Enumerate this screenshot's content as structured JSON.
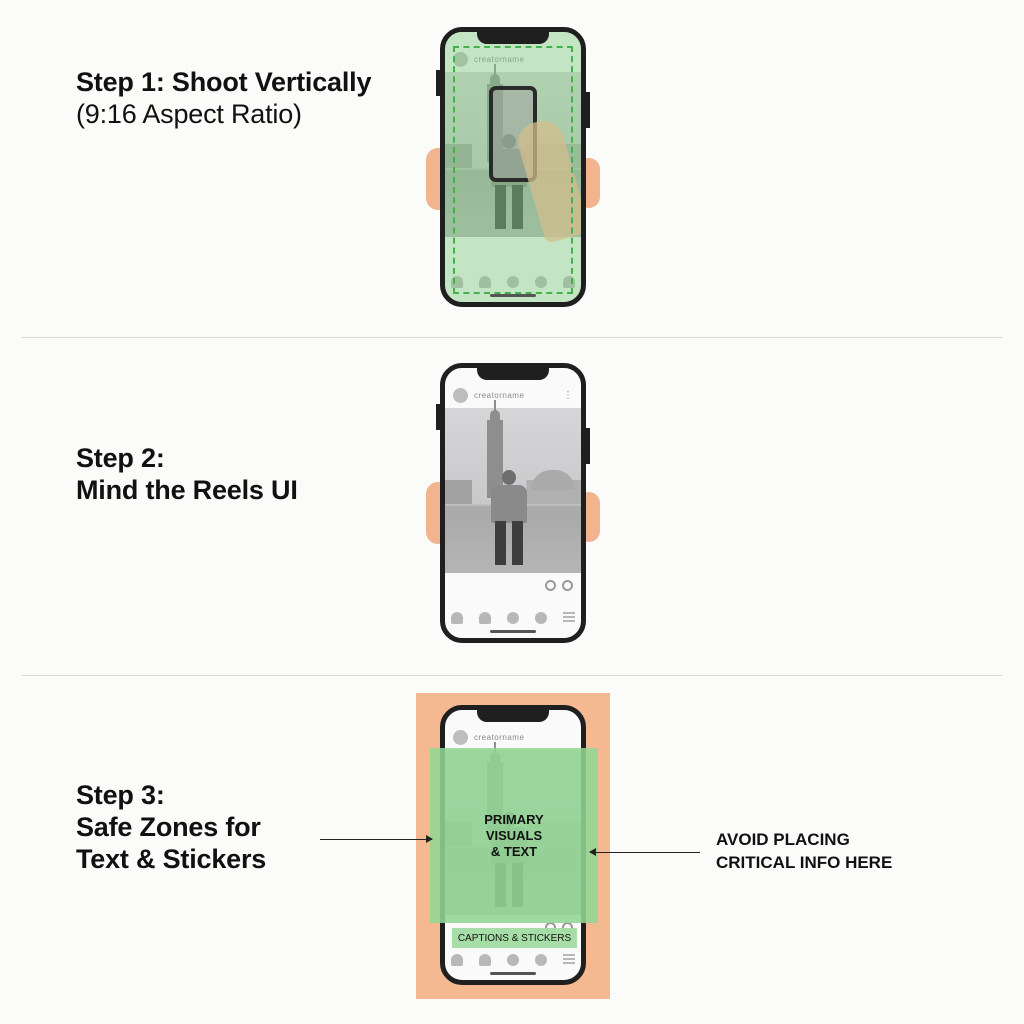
{
  "steps": [
    {
      "title_line1": "Step 1: Shoot Vertically",
      "title_line2": "(9:16 Aspect Ratio)"
    },
    {
      "title_line1": "Step 2:",
      "title_line2": "Mind the Reels UI"
    },
    {
      "title_line1": "Step 3:",
      "title_line2": "Safe Zones for",
      "title_line3": "Text & Stickers"
    }
  ],
  "phone": {
    "username": "creatorname"
  },
  "safe_zone": {
    "primary_label": "PRIMARY\nVISUALS\n& TEXT",
    "captions_label": "CAPTIONS & STICKERS"
  },
  "warning": {
    "line1": "AVOID PLACING",
    "line2": "CRITICAL INFO HERE"
  },
  "colors": {
    "safe_green": "#92d694",
    "avoid_orange": "#f5b992",
    "guide_dashed": "#44b24a"
  }
}
